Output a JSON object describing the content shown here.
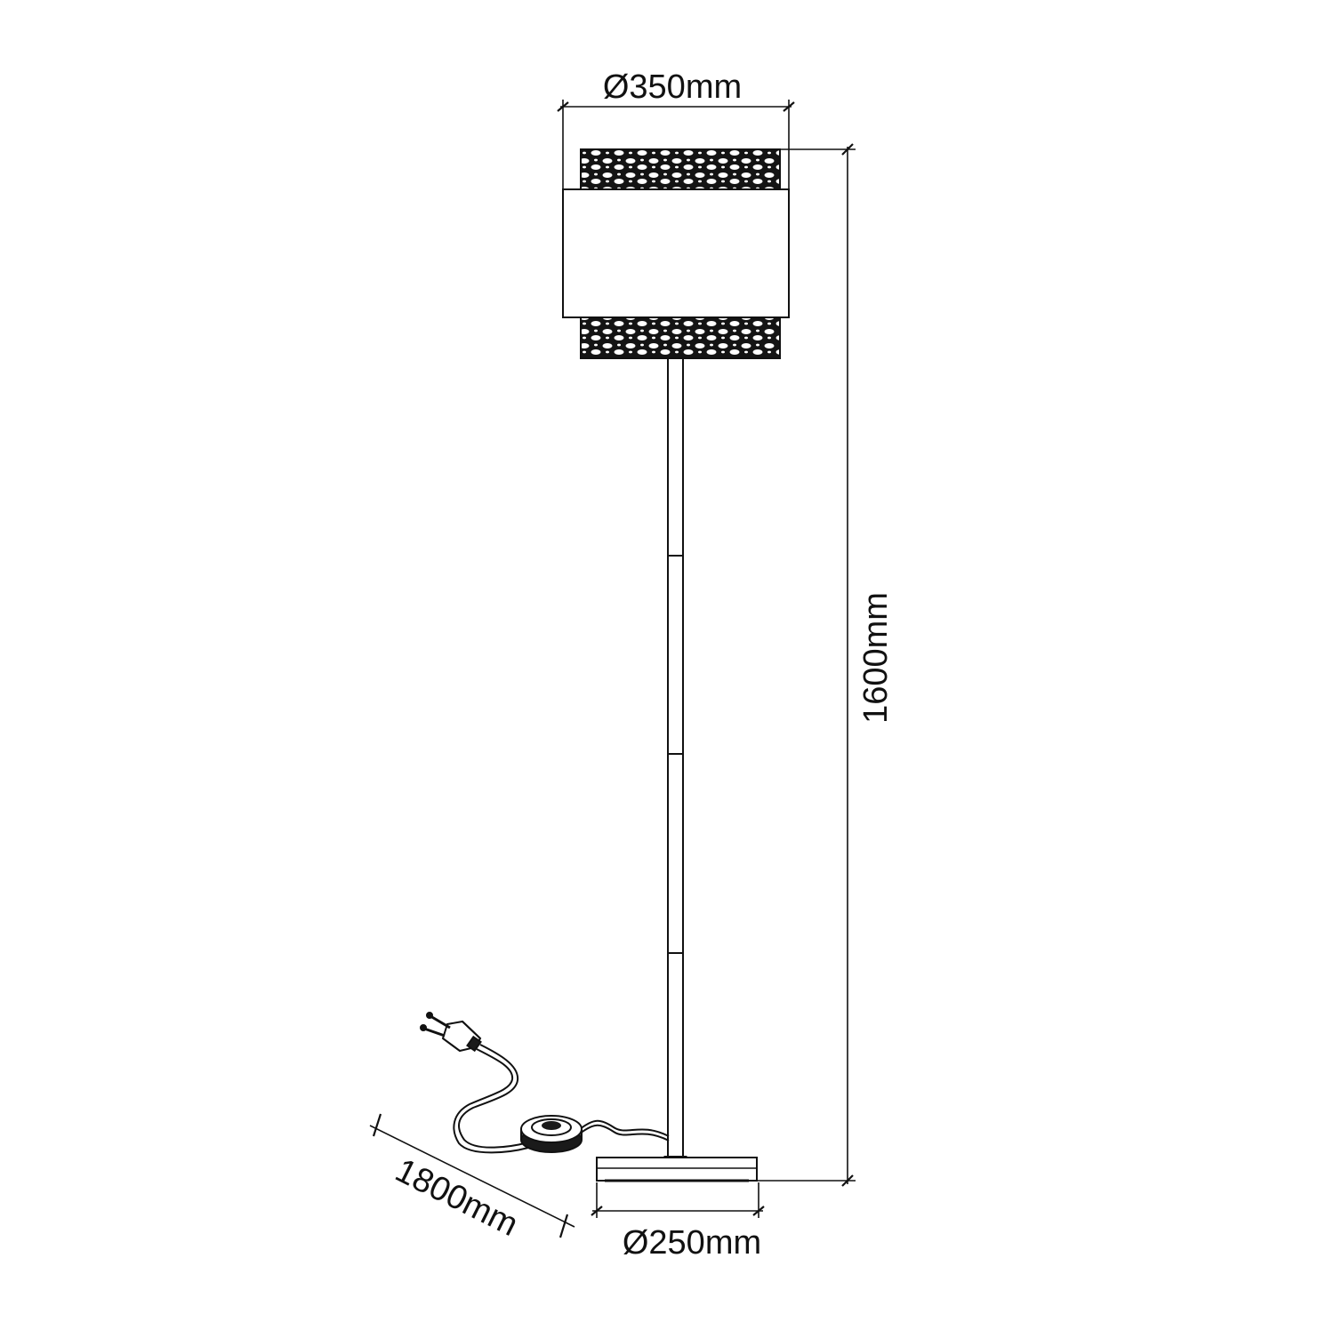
{
  "diagram": {
    "colors": {
      "line": "#111111",
      "paper": "#ffffff",
      "shade_fill": "#1a1a1a"
    },
    "dimensions": {
      "shade_diameter": "Ø350mm",
      "height": "1600mm",
      "base_diameter": "Ø250mm",
      "cable_length": "1800mm"
    },
    "parts": {
      "shade": "lamp-shade-icon",
      "pole": "pole-icon",
      "base": "base-icon",
      "foot_switch": "foot-switch-icon",
      "plug": "plug-icon"
    }
  }
}
